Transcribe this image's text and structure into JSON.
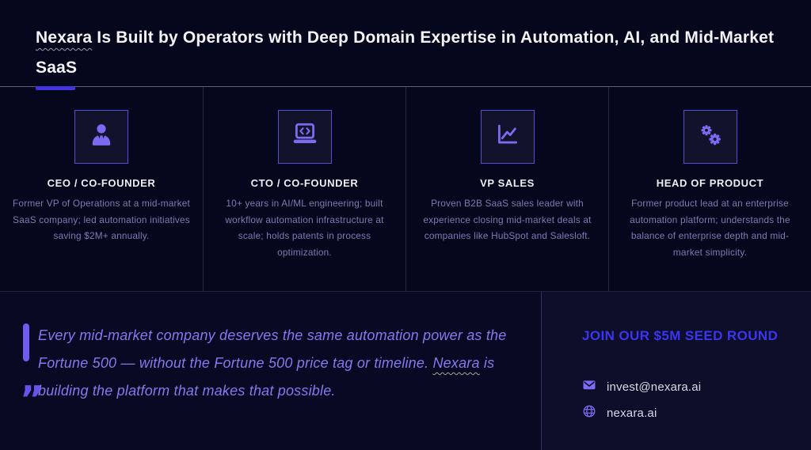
{
  "colors": {
    "background": "#05071c",
    "accent_bar": "#4433e0",
    "icon_purple": "#7b6bf0",
    "cta_heading_blue": "#3b35f1",
    "quote_purple": "#8579ee"
  },
  "header": {
    "title_highlight": "Nexara",
    "title_rest": " Is Built by Operators with Deep Domain Expertise in Automation, AI, and Mid-Market SaaS"
  },
  "team": {
    "members": [
      {
        "icon": "user-tie-icon",
        "title": "CEO / CO-FOUNDER",
        "bio": "Former VP of Operations at a mid-market SaaS company; led automation initiatives saving $2M+ annually."
      },
      {
        "icon": "laptop-code-icon",
        "title": "CTO / CO-FOUNDER",
        "bio": "10+ years in AI/ML engineering; built workflow automation infrastructure at scale; holds patents in process optimization."
      },
      {
        "icon": "chart-line-icon",
        "title": "VP SALES",
        "bio": "Proven B2B SaaS sales leader with experience closing mid-market deals at companies like HubSpot and Salesloft."
      },
      {
        "icon": "gears-icon",
        "title": "HEAD OF PRODUCT",
        "bio": "Former product lead at an enterprise automation platform; understands the balance of enterprise depth and mid-market simplicity."
      }
    ]
  },
  "quote": {
    "mark": "„",
    "text_before": "Every mid-market company deserves the same automation power as the Fortune 500 — without the Fortune 500 price tag or timeline. ",
    "highlight": "Nexara",
    "text_after": " is building the platform that makes that possible."
  },
  "cta": {
    "heading": "JOIN OUR $5M SEED ROUND",
    "contacts": [
      {
        "icon": "envelope-icon",
        "value": "invest@nexara.ai"
      },
      {
        "icon": "globe-icon",
        "value": "nexara.ai"
      }
    ]
  }
}
